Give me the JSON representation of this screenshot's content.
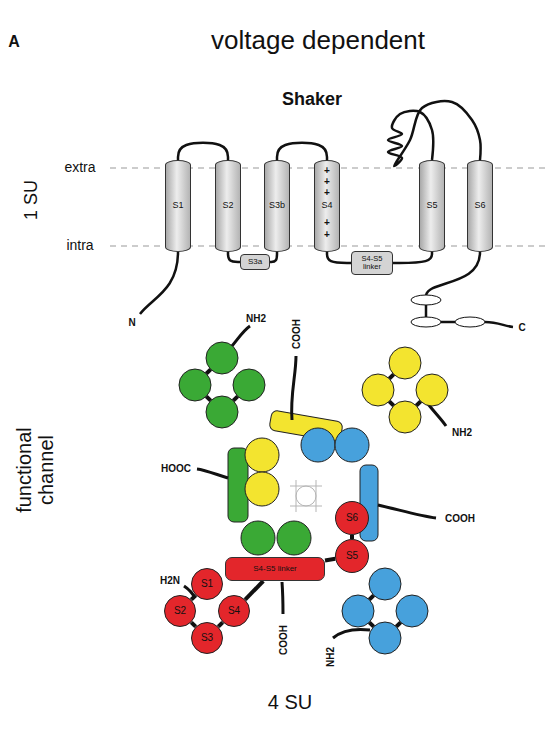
{
  "diagram": {
    "title": "voltage dependent",
    "nodes": [
      {
        "text": [
          "S1"
        ]
      },
      {
        "text": [
          "S2"
        ]
      },
      {
        "text": [
          "S3a"
        ]
      },
      {
        "text": [
          "S3b"
        ]
      },
      {
        "text": [
          "S4"
        ]
      },
      {
        "text": [
          "S4-S5 linker"
        ]
      },
      {
        "text": [
          "S5"
        ]
      },
      {
        "text": [
          "S6"
        ]
      },
      {
        "text": [
          "S4-S5 linker"
        ]
      },
      {
        "text": [
          "S6"
        ]
      },
      {
        "text": [
          "S5"
        ]
      },
      {
        "text": [
          "S1"
        ]
      },
      {
        "text": [
          "S2"
        ]
      },
      {
        "text": [
          "S4"
        ]
      },
      {
        "text": [
          "S3"
        ]
      }
    ],
    "edges": [
      {
        "from": 0,
        "to": 1,
        "arrow": "none"
      },
      {
        "from": 1,
        "to": 2,
        "arrow": "none"
      },
      {
        "from": 2,
        "to": 3,
        "arrow": "none"
      },
      {
        "from": 3,
        "to": 4,
        "arrow": "none"
      },
      {
        "from": 4,
        "to": 5,
        "arrow": "none"
      },
      {
        "from": 5,
        "to": 6,
        "arrow": "none"
      },
      {
        "from": 6,
        "to": 7,
        "arrow": "none"
      },
      {
        "from": 11,
        "to": 12,
        "arrow": "none"
      },
      {
        "from": 12,
        "to": 14,
        "arrow": "none"
      },
      {
        "from": 14,
        "to": 13,
        "arrow": "none"
      },
      {
        "from": 13,
        "to": 8,
        "arrow": "none"
      },
      {
        "from": 8,
        "to": 10,
        "arrow": "none"
      },
      {
        "from": 10,
        "to": 9,
        "arrow": "none"
      }
    ],
    "labels": [
      "A",
      "Shaker",
      "1 SU",
      "extra",
      "intra",
      "+",
      "+",
      "+",
      "+",
      "+",
      "N",
      "C",
      "functional channel",
      "NH2",
      "COOH",
      "NH2",
      "HOOC",
      "COOH",
      "H2N",
      "COOH",
      "NH2",
      "4 SU"
    ]
  }
}
